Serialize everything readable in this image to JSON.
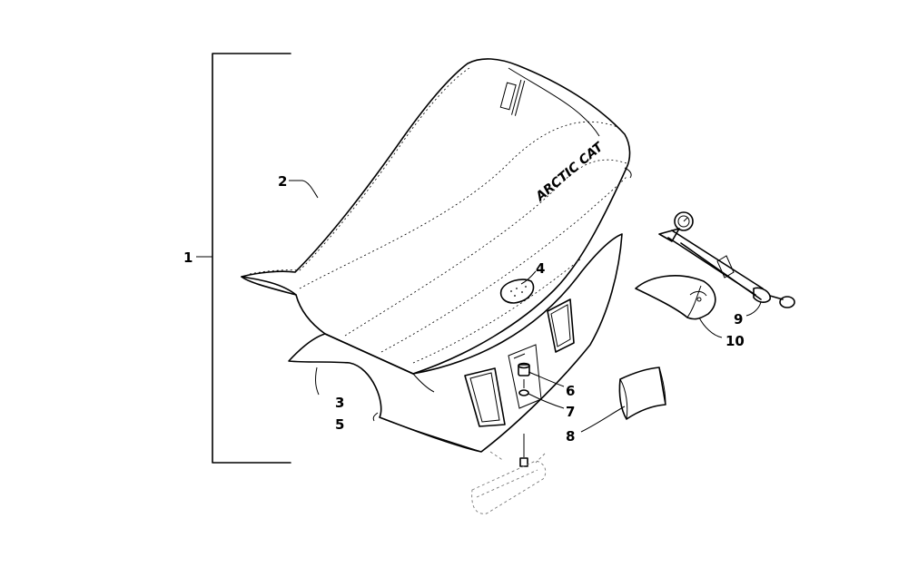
{
  "callouts": [
    {
      "id": "1",
      "label": "1"
    },
    {
      "id": "2",
      "label": "2"
    },
    {
      "id": "3",
      "label": "3"
    },
    {
      "id": "4",
      "label": "4"
    },
    {
      "id": "5",
      "label": "5"
    },
    {
      "id": "6",
      "label": "6"
    },
    {
      "id": "7",
      "label": "7"
    },
    {
      "id": "8",
      "label": "8"
    },
    {
      "id": "9",
      "label": "9"
    },
    {
      "id": "10",
      "label": "10"
    }
  ],
  "seat_logo": "ARCTIC CAT"
}
